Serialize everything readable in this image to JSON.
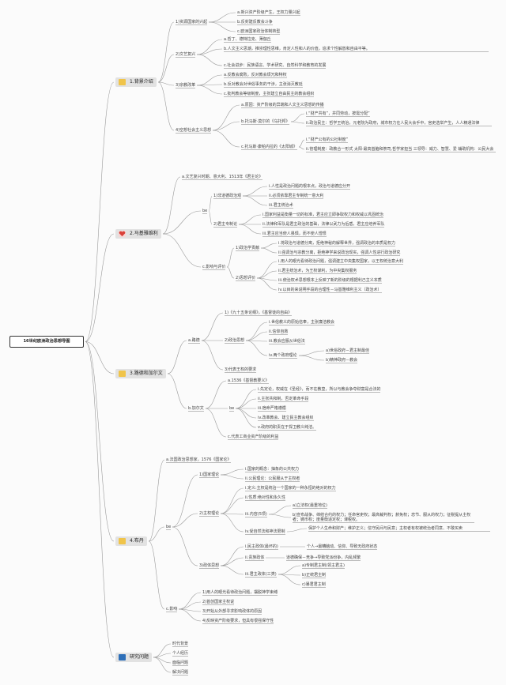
{
  "root": "16世纪欧洲政治思想导图",
  "colors": {
    "line": "#9a9a9a",
    "icon_bg": "#f0c44a",
    "heart": "#d9413a",
    "book": "#2e6fb8",
    "tile": "#e2e2e2"
  },
  "sections": {
    "background": {
      "title": "1.背景介绍",
      "icon": "book-icon",
      "a": "1)资源国家的兴起",
      "a1": "a.新兴资产阶级产生，王权力量兴起",
      "a2": "b.反封建反教会斗争",
      "a3": "c.欧洲国家政治体制转型",
      "b": "2)文艺复兴",
      "b1": "a.哲丁、德特拉克、薄伽丘",
      "b2": "b.人文主义思潮，推崇理性思维，肯定人性和人的价值，追求个性解放和自由平等。",
      "b3": "c.社会进步：民族语言、学术研究、自然科学和教育的发展",
      "c": "3)宗教改革",
      "c1": "a.反教会腐败，反对教会烦冗和特权",
      "c2": "b.反对教会对世俗事务的干涉，主张消灭教廷",
      "c3": "c.批判教会等级制度，主张建立自由民主的教会组织",
      "d": "4)空想社会主义思想",
      "d1": "a.原因：资产阶级的异端和人文主义思想的传播",
      "d2": "b.托马斯·莫尔的《乌托邦》",
      "d2a": "i.“财产共有”，并同劳动，按需分配”",
      "d2b": "ii.政治民主：哲学王统治，元老院为政府，城市权力在人民大会手中，官吏选举产生，人人精通法律",
      "d3": "c.托马斯·康帕内拉的《太阳城》",
      "d3a": "i.“财产公有的公社制度”",
      "d3b": "ii.管理制度：政教合一形式 太阳·最高首脑和祭司,哲学家担当 三领导：威力、智慧、爱 辅助机构：公民大会"
    },
    "machiavelli": {
      "title": "2.马基雅维利",
      "icon": "heart-icon",
      "a": "a.文艺复兴时期、意大利、1513年《君主论》",
      "b": "be",
      "b1": "1)非道德政治观",
      "b1a": "i.人性是政治问题的根本点，政治与道德应分开",
      "b1b": "ii.必须依靠君主专制统一意大利",
      "b1c": "iii.君主统治术",
      "b2": "2)君主专制论",
      "b2a": "i.国家利益是衡量一切的标准，君主应立即争取权力和权威以巩固统治",
      "b2b": "ii.法律和军队是君主政治的基础，法律以武力为后盾，君主应培养军队",
      "b2c": "iii.君主应当使人畏惧，而不使人憎恨",
      "c": "c.影响与评价",
      "c1": "1)政治学贡献",
      "c1a": "i.将政治与道德分离，拒绝神秘的解释世界，强调政治的本质是权力",
      "c1b": "ii.强调治与宗教分离，拒绝神学来说政治现实，强调人性进行政治研究",
      "c2": "2)思想评价",
      "c2a": "i.用人的眼光看待政治问题，强调建立中央集权国家，以王权统治意大利",
      "c2b": "ii.君主统治术，为王权谋利，为中央集权服务",
      "c2c": "iii.使治权术思想根本上反映了新的阶级的根据利己主义本质",
      "c2d": "iv.以目的来说明手段的合理性－马基雅维利主义（政治术）"
    },
    "luther": {
      "title": "3.路德和加尔文",
      "icon": "book-icon",
      "a": "a.路德",
      "a1": "1)《九十五条论纲》，《基督徒的自由》",
      "a2": "2)政治思想",
      "a2a": "i.世俗教义的原始信奉，主张廉洁教会",
      "a2b": "ii.信仰自救",
      "a2c": "iii.教会应服从世俗法",
      "a2d": "iv.两个政府理论",
      "a2d1": "a)世俗政府－君主制最佳",
      "a2d2": "b)精神政府－教会",
      "a3": "3)代表王权的要求",
      "b": "b.加尔文",
      "b1": "a.1536《基督教要义》",
      "b2": "be",
      "b2a": "i.先定论，权威在《圣经》，而不在教皇，所以与教会争夺财富是合法的",
      "b2b": "ii.主张共和制，否定革命手段",
      "b2c": "iii.宿命严格遵循",
      "b2d": "iv.改革教会、建立民主教会组织",
      "b2e": "v.政府的职责在于捍卫教义纯洁。",
      "b3": "c.代表工商业资产阶级的利益"
    },
    "bodin": {
      "title": "4.布丹",
      "icon": "book-icon",
      "a": "a.法国政治思想家，1576《国家论》",
      "b": "be",
      "b1": "1)国家理论",
      "b1a": "i.国家的概念：抽象的公共权力",
      "b1b": "ii.公民理论：公民服从于主权者",
      "b2": "2)主权理论",
      "b2a": "i.定义:主权是统治一个国家的一种永恒的绝对的权力",
      "b2b": "ii.性质:绝对性和永久性",
      "b2c": "iii.内容(5项)",
      "b2c1": "a)立法权(最重地位)",
      "b2c2": "b)宣布战争、缔结合约的权力；任命官吏权；最高裁判权；赦免权；忠节、服从的权力；征税提从主权者；铸币权；度量衡适定权；课税权。",
      "b2d": "iv.受自然法和神法限制",
      "b2d1": "保护个人生命和财产；维护正义；信守民间与民意；主权者有权被统治者同意、不敢买卖",
      "b3": "3)政体思想",
      "b3a": "i.民主政体(最坏的)",
      "b3a1": "个人→最糟脑动、信仰、导致无政府状态",
      "b3b": "ii.贵族政体",
      "b3b1": "道德确保－竞争→导致党派纷争，内乱频繁",
      "b3c": "iii.君主政体(三类)",
      "b3c1": "a)专制君主制(领主君主)",
      "b3c2": "b)正统君主制",
      "b3c3": "c)暴君君主制",
      "c": "c.影响",
      "c1": "1)用人的眼光看待政治问题，摆脱神学束缚",
      "c2": "2)首创国家主权说",
      "c3": "3)开始从外部寻求影响政体的原因",
      "c4": "4)反映资产阶级要求，但具有很强保守性"
    },
    "research": {
      "title": "研究问题",
      "icon": "book-icon",
      "items": [
        "时代背景",
        "个人经历",
        "面临问题",
        "解决问题"
      ]
    }
  }
}
